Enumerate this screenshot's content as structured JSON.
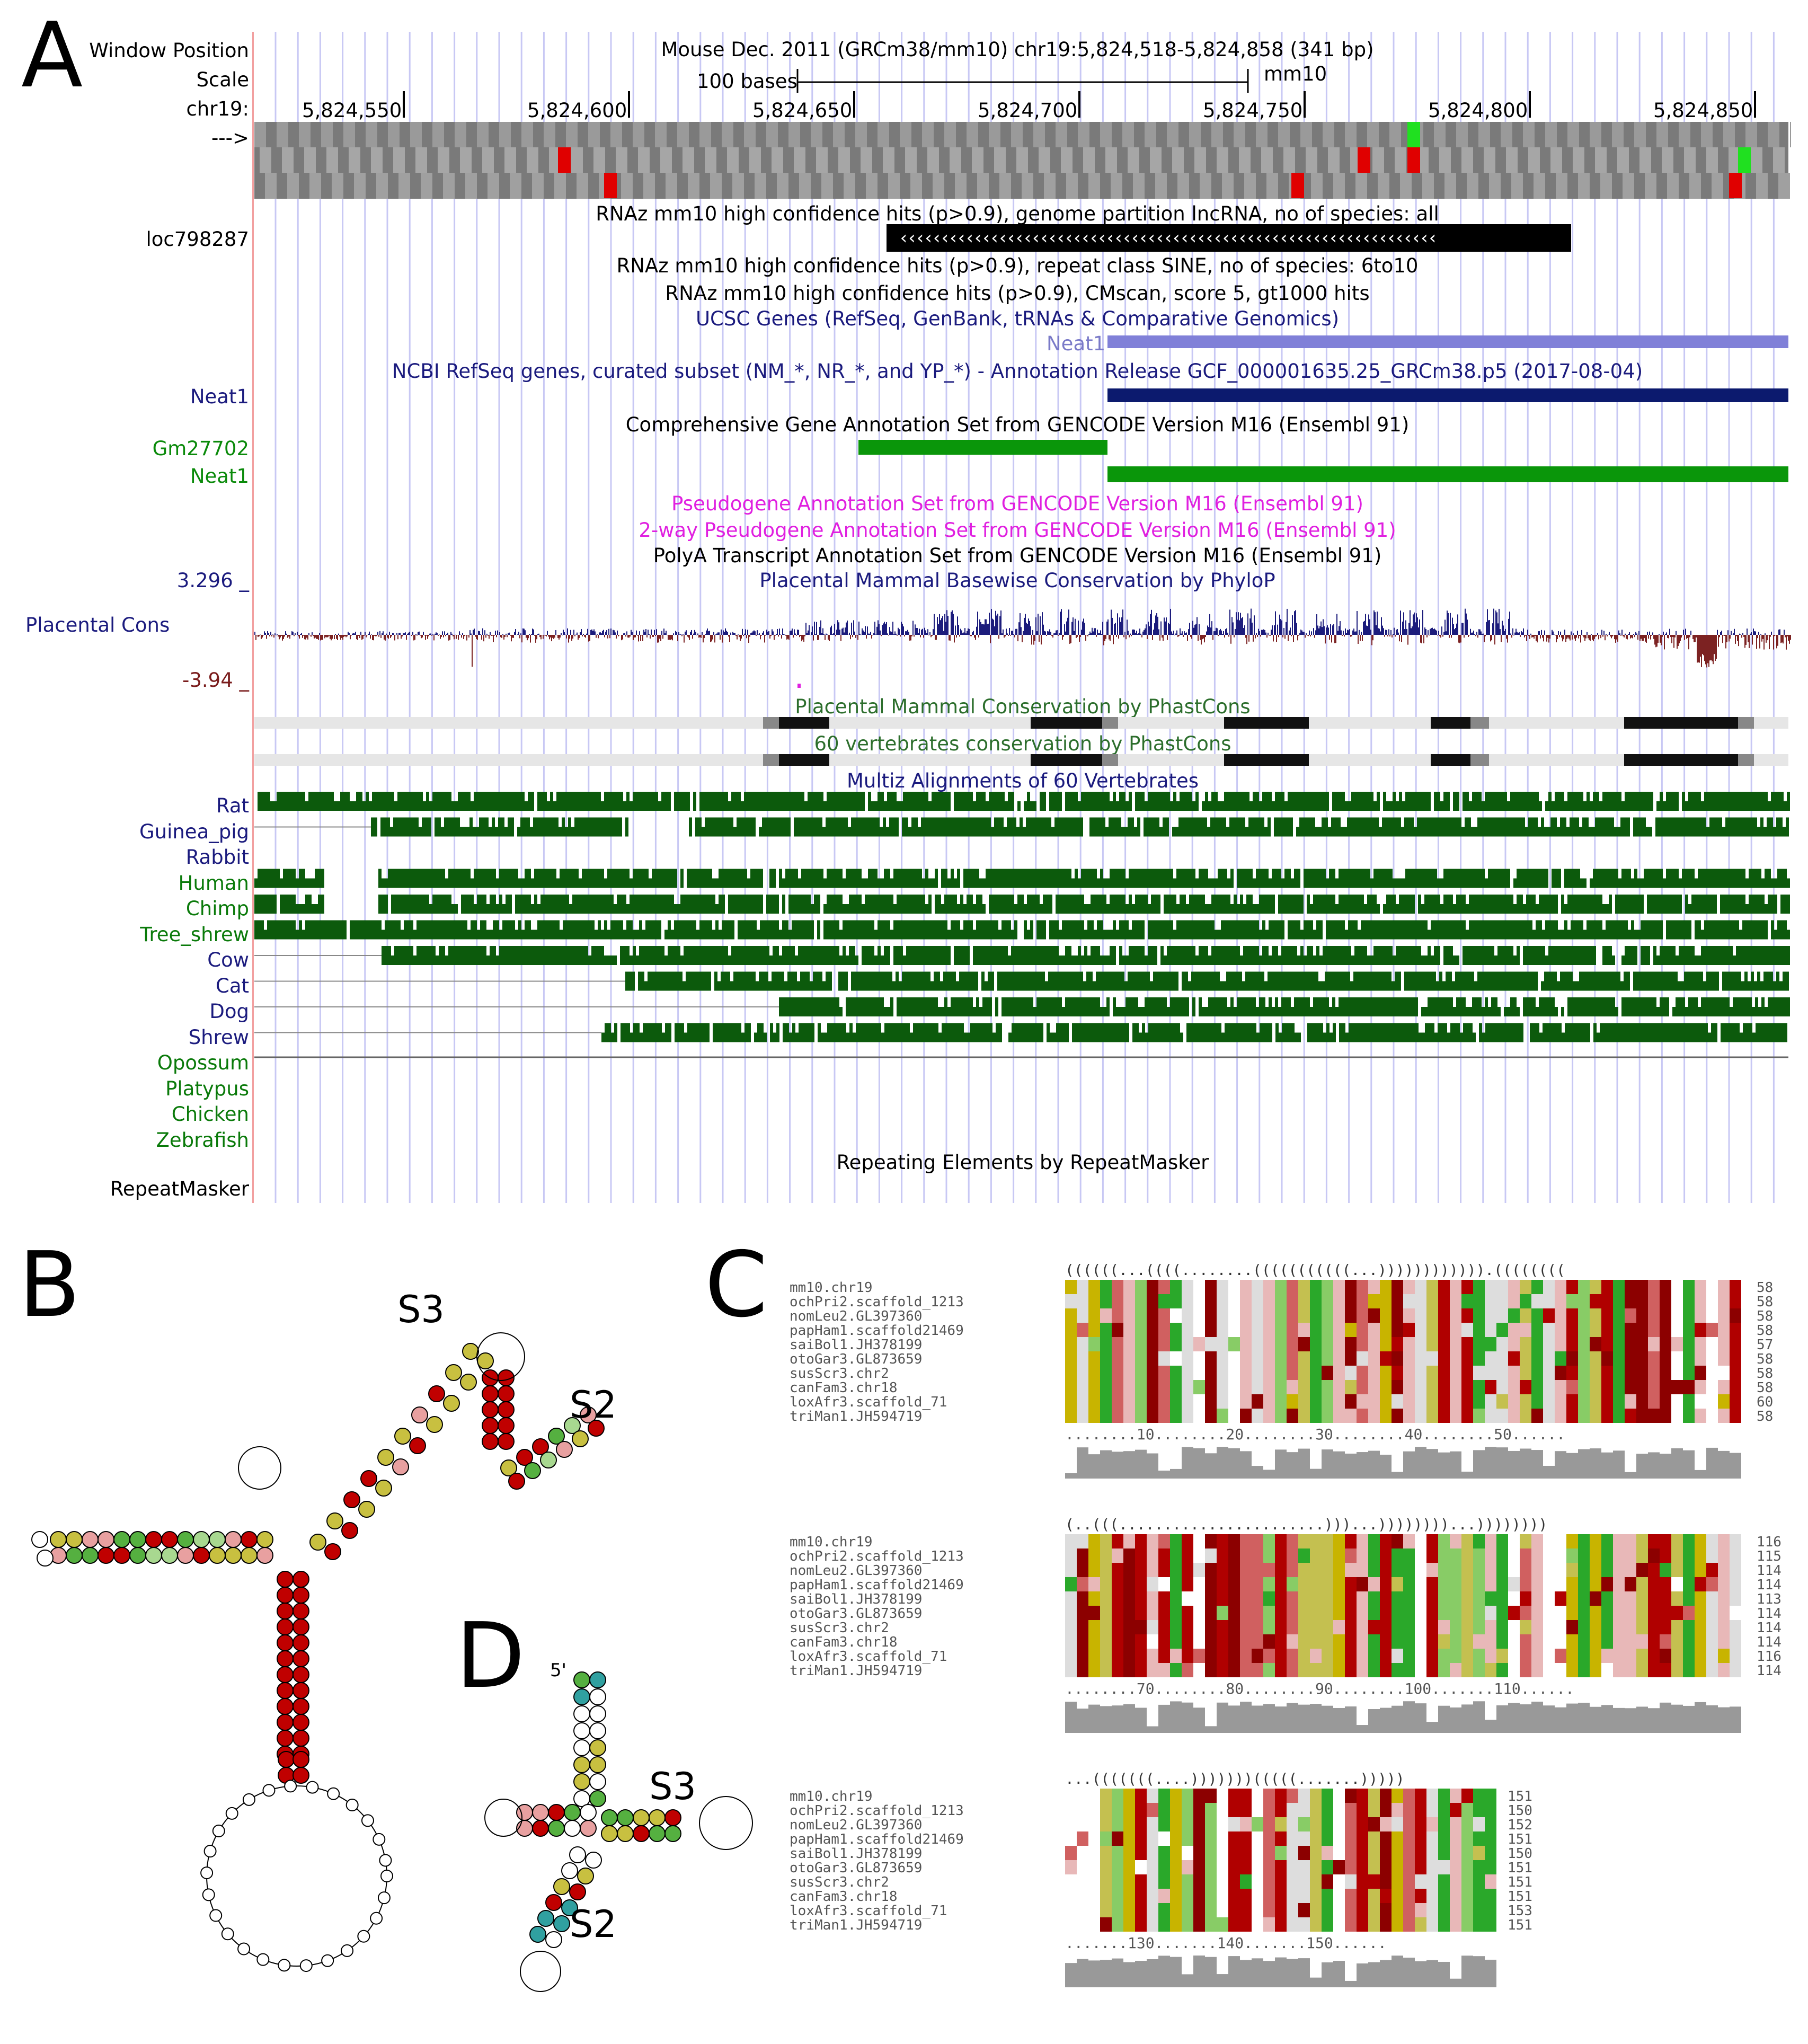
{
  "panels": {
    "a": "A",
    "b": "B",
    "c": "C",
    "d": "D"
  },
  "browser": {
    "row_labels": {
      "window_position": "Window Position",
      "scale": "Scale",
      "chrom": "chr19:",
      "arrow": "--->"
    },
    "header": "Mouse Dec. 2011 (GRCm38/mm10)    chr19:5,824,518-5,824,858 (341 bp)",
    "scale_text": "100 bases",
    "assembly": "mm10",
    "ticks": [
      "5,824,550",
      "5,824,600",
      "5,824,650",
      "5,824,700",
      "5,824,750",
      "5,824,800",
      "5,824,850"
    ],
    "tracks": {
      "rnaz_lncrna": "RNAz mm10 high confidence hits (p>0.9), genome partition lncRNA, no of species: all",
      "loc_label": "loc798287",
      "rnaz_sine": "RNAz mm10 high confidence hits (p>0.9), repeat class SINE, no of species: 6to10",
      "rnaz_cmscan": "RNAz mm10 high confidence hits (p>0.9), CMscan, score 5, gt1000 hits",
      "ucsc_genes": "UCSC Genes (RefSeq, GenBank, tRNAs & Comparative Genomics)",
      "ucsc_neat1": "Neat1",
      "ncbi": "NCBI RefSeq genes, curated subset (NM_*, NR_*, and YP_*) - Annotation Release GCF_000001635.25_GRCm38.p5 (2017-08-04)",
      "ncbi_neat1": "Neat1",
      "gencode": "Comprehensive Gene Annotation Set from GENCODE Version M16 (Ensembl 91)",
      "gm27702": "Gm27702",
      "gencode_neat1": "Neat1",
      "pseudo": "Pseudogene Annotation Set from GENCODE Version M16 (Ensembl 91)",
      "pseudo2": "2-way Pseudogene Annotation Set from GENCODE Version M16 (Ensembl 91)",
      "polya": "PolyA Transcript Annotation Set from GENCODE Version M16 (Ensembl 91)",
      "phylop": "Placental Mammal Basewise Conservation by PhyloP",
      "phylop_max": "3.296 _",
      "phylop_label": "Placental Cons",
      "phylop_min": "-3.94 _",
      "phastcons": "Placental Mammal Conservation by PhastCons",
      "phastcons60": "60 vertebrates conservation by PhastCons",
      "multiz": "Multiz Alignments of 60 Vertebrates",
      "repeat": "Repeating Elements by RepeatMasker",
      "repeat_label": "RepeatMasker"
    },
    "species": [
      "Rat",
      "Guinea_pig",
      "Rabbit",
      "Human",
      "Chimp",
      "Tree_shrew",
      "Cow",
      "Cat",
      "Dog",
      "Shrew",
      "Opossum",
      "Platypus",
      "Chicken",
      "Zebrafish"
    ],
    "colors": {
      "ucsc_gene": "#8080d8",
      "ncbi_gene": "#0c1a6e",
      "gencode_gene": "#0a960a",
      "phylop_pos": "#1c1c7c",
      "phylop_neg": "#7c2222",
      "multiz": "#0c5a0c"
    }
  },
  "alignment": {
    "names": [
      "mm10.chr19",
      "ochPri2.scaffold_1213",
      "nomLeu2.GL397360",
      "papHam1.scaffold21469",
      "saiBol1.JH378199",
      "otoGar3.GL873659",
      "susScr3.chr2",
      "canFam3.chr18",
      "loxAfr3.scaffold_71",
      "triMan1.JH594719"
    ],
    "blocks": [
      {
        "structure": "((((((...((((........(((((((((((...)))))))))))).((((((((",
        "ruler": "........10........20........30........40........50......",
        "end_numbers": [
          "58",
          "58",
          "58",
          "58",
          "57",
          "58",
          "58",
          "58",
          "60",
          "58"
        ]
      },
      {
        "structure": "(..(((.......................)))...))))))))...))))))))",
        "ruler": "........70........80........90........100.......110......",
        "end_numbers": [
          "116",
          "115",
          "114",
          "114",
          "113",
          "114",
          "114",
          "114",
          "116",
          "114"
        ]
      },
      {
        "structure": "...(((((((....)))))))(((((.......)))))",
        "ruler": ".......130.......140.......150......",
        "end_numbers": [
          "151",
          "150",
          "152",
          "151",
          "150",
          "151",
          "151",
          "151",
          "153",
          "151"
        ]
      }
    ]
  },
  "structure_labels": {
    "s2": "S2",
    "s3": "S3",
    "five_prime": "5'"
  }
}
